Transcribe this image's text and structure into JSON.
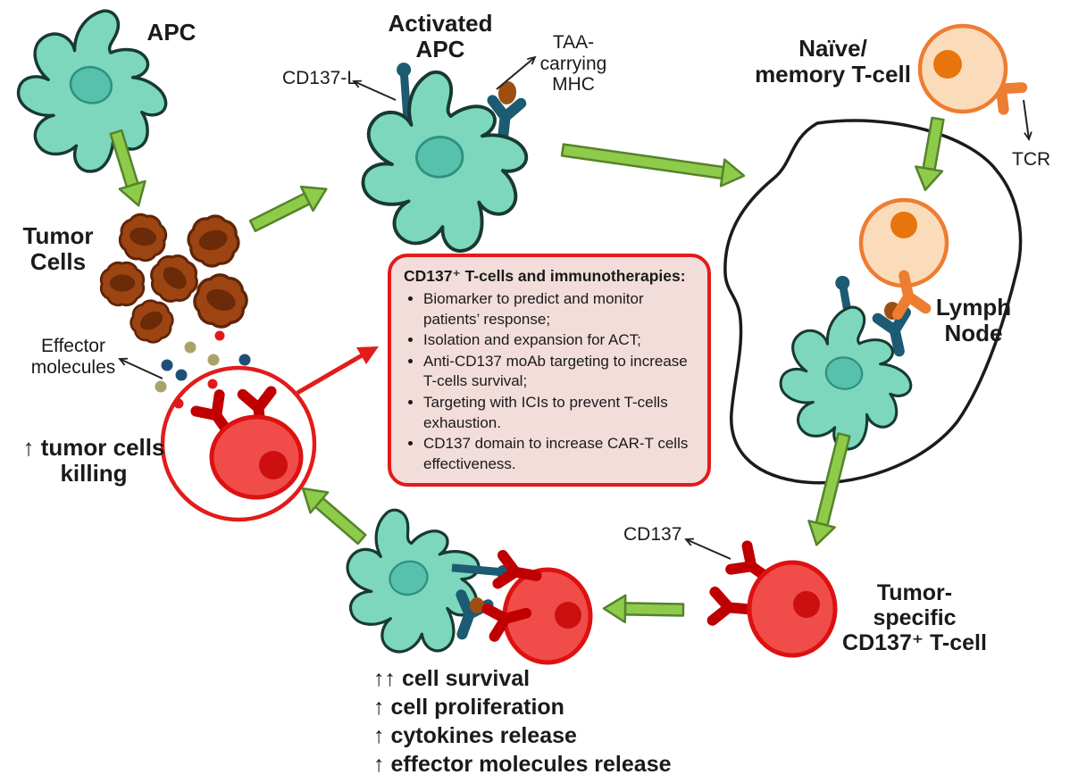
{
  "cells": {
    "apc_label": "APC",
    "activated_apc_label": "Activated APC",
    "naive_t_label": "Naïve/ memory T-cell",
    "lymph_node_label": "Lymph Node",
    "tumor_specific_label": "Tumor-specific CD137⁺ T-cell",
    "tumor_cells_label": "Tumor Cells"
  },
  "receptors": {
    "cd137l": "CD137-L",
    "taa_mhc": "TAA-carrying MHC",
    "tcr": "TCR",
    "cd137": "CD137"
  },
  "annotations": {
    "effector_molecules": "Effector molecules",
    "tumor_killing": "↑ tumor cells killing",
    "effects": [
      "↑↑ cell survival",
      "↑ cell proliferation",
      "↑ cytokines release",
      "↑ effector molecules release"
    ]
  },
  "center_box": {
    "title": "CD137⁺ T-cells and immunotherapies:",
    "bullets": [
      "Biomarker to predict and  monitor patients’ response;",
      "Isolation and expansion for ACT;",
      "Anti-CD137 moAb targeting to increase T-cells survival;",
      "Targeting with ICIs to prevent T-cells exhaustion.",
      "CD137 domain to increase CAR-T cells effectiveness."
    ]
  },
  "colors": {
    "green_arrow": "#8ecb4b",
    "green_arrow_border": "#55832b",
    "teal_cell": "#7cd7bd",
    "teal_nucleus": "#57c1ab",
    "receptor_teal": "#1d5b73",
    "orange_cell_fill": "#fbdcba",
    "orange_cell_outline": "#ed7d31",
    "orange_nucleus": "#e8740e",
    "red_cell_fill": "#f04d4a",
    "red_cell_outline": "#dd1111",
    "receptor_red": "#c00000",
    "tumor_brown": "#9c4512",
    "tumor_brown_dark": "#6b2a08",
    "box_border": "#e21b1b",
    "box_bg": "#f2dddb"
  }
}
